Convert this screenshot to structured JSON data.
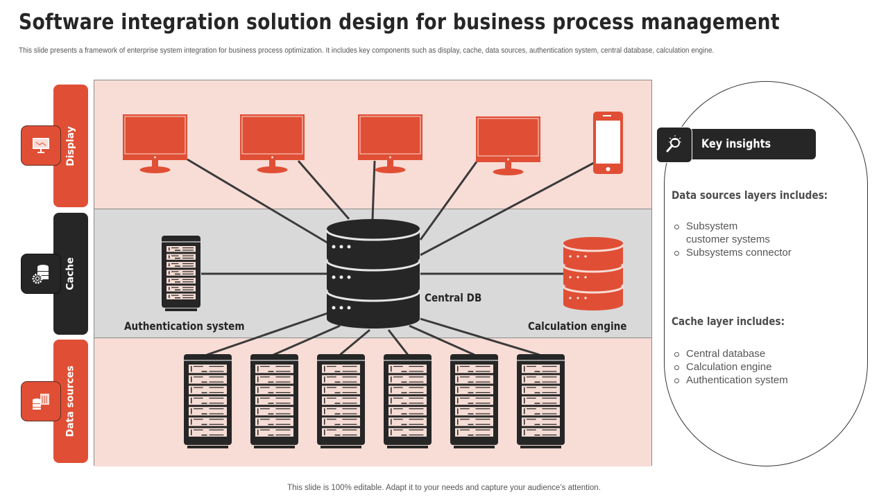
{
  "header": {
    "title": "Software integration solution design for business process management",
    "subtitle": "This slide presents a framework of enterprise system integration for business process optimization. It includes key components such as display, cache, data sources, authentication system, central database, calculation engine."
  },
  "layers": [
    {
      "label": "Display",
      "icon": "presentation-monitor-icon",
      "color": "#e04f35"
    },
    {
      "label": "Cache",
      "icon": "database-gear-icon",
      "color": "#262626"
    },
    {
      "label": "Data sources",
      "icon": "data-sources-icon",
      "color": "#e04f35"
    }
  ],
  "diagram": {
    "display_devices": [
      "monitor",
      "monitor",
      "monitor",
      "monitor",
      "smartphone"
    ],
    "central_db_label": "Central DB",
    "auth_label": "Authentication system",
    "calc_label": "Calculation engine",
    "data_source_count": 6,
    "colors": {
      "accent": "#e04f35",
      "dark": "#262626",
      "display_band": "#f8dcd6",
      "cache_band": "#d9d9d9"
    }
  },
  "insights": {
    "title": "Key insights",
    "icon": "lightbulb-magnifier-icon",
    "sections": [
      {
        "heading": "Data sources layers includes:",
        "items": [
          "Subsystem\ncustomer systems",
          "Subsystems connector"
        ]
      },
      {
        "heading": "Cache layer includes:",
        "items": [
          "Central database",
          "Calculation engine",
          "Authentication system"
        ]
      }
    ]
  },
  "footer": {
    "text": "This slide is 100% editable. Adapt it to your needs and capture your audience’s attention."
  }
}
